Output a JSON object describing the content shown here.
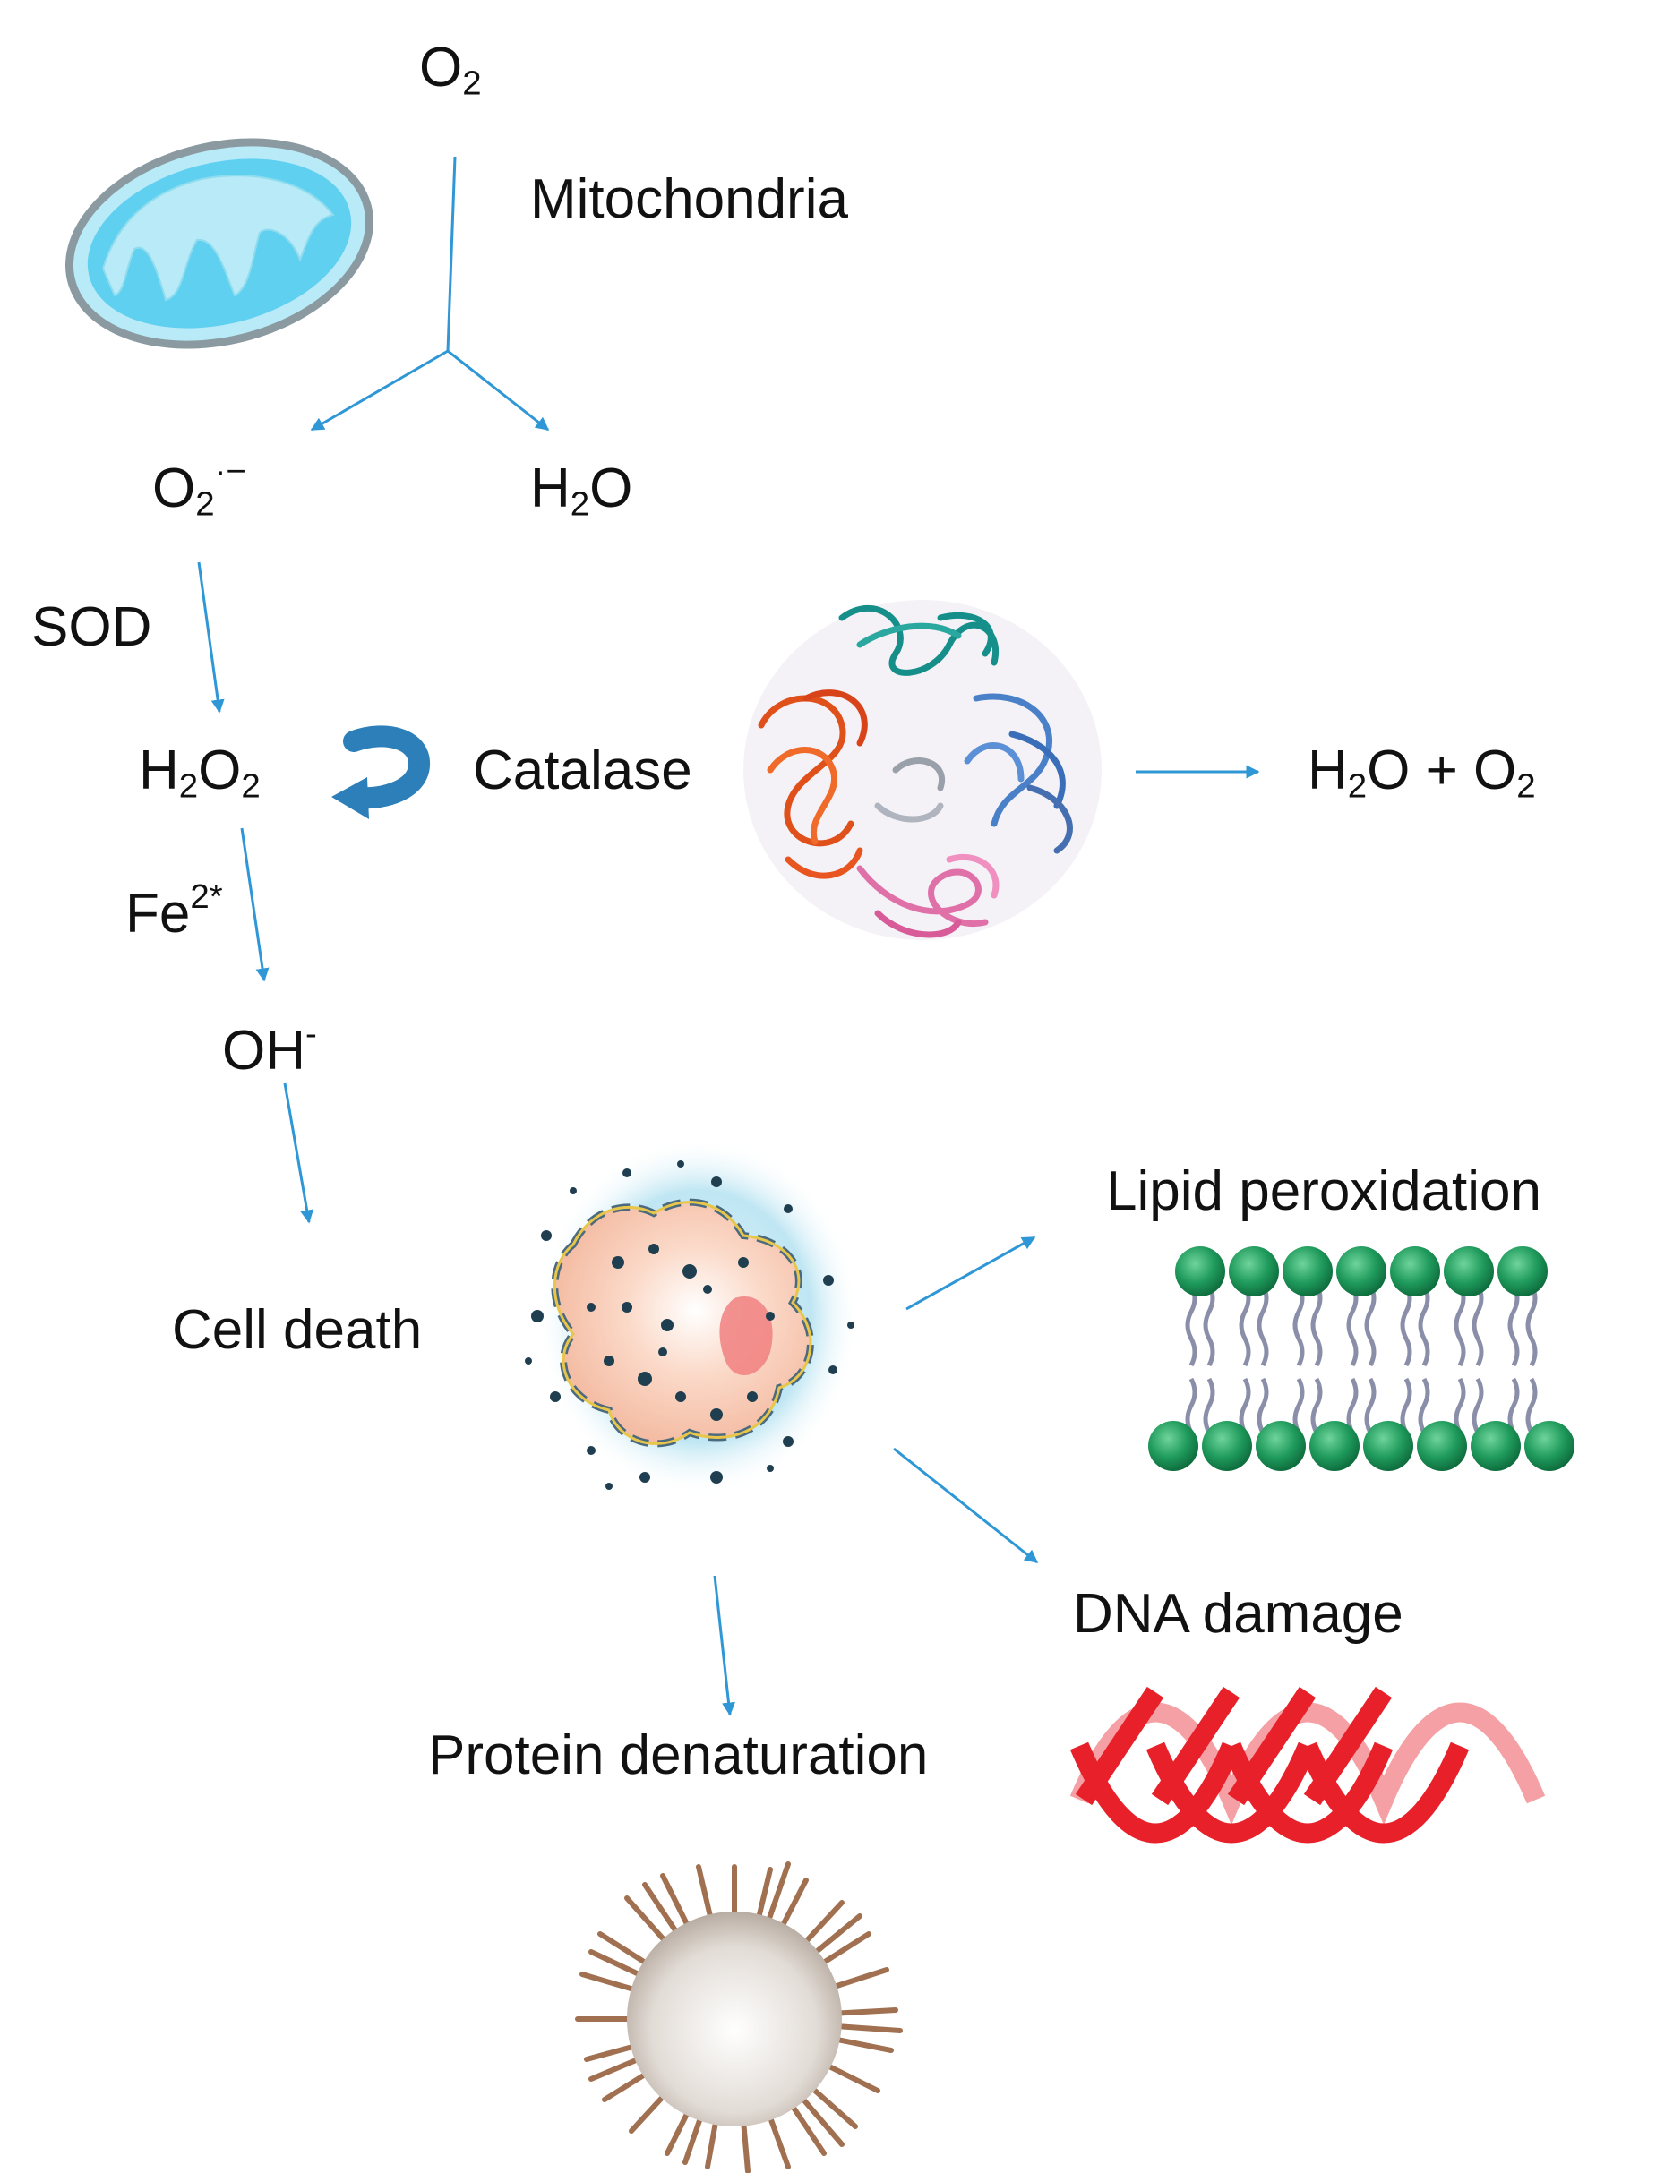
{
  "colors": {
    "arrow": "#2f97d6",
    "mito_fill": "#5fd0f0",
    "mito_edge": "#7a8a90",
    "lipid_head": "#1f9a5c",
    "dna": "#e8202a",
    "protein": "#a07050"
  },
  "labels": {
    "o2_top": {
      "base": "O",
      "sub": "2"
    },
    "mitochondria": "Mitochondria",
    "superoxide": {
      "base": "O",
      "sub": "2",
      "sup": "·−"
    },
    "water_top": {
      "pre": "H",
      "sub": "2",
      "post": "O"
    },
    "sod": "SOD",
    "h2o2": {
      "pre": "H",
      "sub1": "2",
      "mid": "O",
      "sub2": "2"
    },
    "catalase": "Catalase",
    "products": {
      "pre": "H",
      "sub1": "2",
      "mid": "O + O",
      "sub2": "2"
    },
    "iron": {
      "base": "Fe",
      "sup": "2*"
    },
    "hydroxyl": {
      "base": "OH",
      "sup": "-"
    },
    "cell_death": "Cell death",
    "lipid_peroxidation": "Lipid peroxidation",
    "dna_damage": "DNA damage",
    "protein_denaturation": "Protein denaturation"
  },
  "icons": [
    "mitochondrion-icon",
    "catalase-protein-icon",
    "cycle-arrow-icon",
    "damaged-cell-icon",
    "lipid-bilayer-icon",
    "dna-helix-icon",
    "denatured-protein-icon"
  ]
}
